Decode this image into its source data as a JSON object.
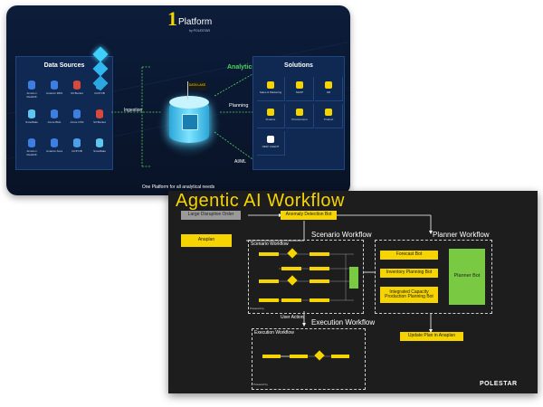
{
  "platform": {
    "logo_number": "1",
    "logo_word": "Platform",
    "logo_tagline": "by POLESTAR",
    "footer_text": "One Platform for all analytical needs",
    "data_sources": {
      "title": "Data Sources",
      "items": [
        {
          "label": "Amazon Redshift",
          "color": "#3d7fe0"
        },
        {
          "label": "Amazon RDS",
          "color": "#3d7fe0"
        },
        {
          "label": "S3 Bucket",
          "color": "#d9493a"
        },
        {
          "label": "GCP DB",
          "color": "#4aa0e8"
        },
        {
          "label": "Snowflake",
          "color": "#5cc6f0"
        },
        {
          "label": "Azure Blob",
          "color": "#3d7fe0"
        },
        {
          "label": "Azure CSS",
          "color": "#3d7fe0"
        },
        {
          "label": "S3 Bucket",
          "color": "#d9493a"
        },
        {
          "label": "Amazon Redshift",
          "color": "#3d7fe0"
        },
        {
          "label": "Amazon Aura",
          "color": "#3d7fe0"
        },
        {
          "label": "GCP DB",
          "color": "#4aa0e8"
        },
        {
          "label": "Snowflake",
          "color": "#5cc6f0"
        }
      ]
    },
    "ingestion_label": "Ingestion",
    "flag_label": "DATA LAKE",
    "analytics_label": "Analytics",
    "planning_label": "Planning",
    "aiml_label": "AI/ML",
    "solutions": {
      "title": "Solutions",
      "items": [
        {
          "label": "Sales & Marketing"
        },
        {
          "label": "S&OP"
        },
        {
          "label": "HR"
        },
        {
          "label": "Finance"
        },
        {
          "label": "Procurement"
        },
        {
          "label": "Product"
        },
        {
          "label": "NEW: AGENT",
          "badge": "NEW"
        }
      ]
    }
  },
  "agentic": {
    "title": "Agentic AI Workflow",
    "brand": "POLESTAR",
    "gray_box": "Large Disruptive Order",
    "anomaly_bot": "Anomaly Detection Bot",
    "anaplan_box": "Anaplan",
    "scenario_label": "Scenario Workflow",
    "scenario_inner_label": "Scenario Workflow",
    "planner_label": "Planner Workflow",
    "forecast_bot": "Forecast Bot",
    "inventory_bot": "Inventory Planning Bot",
    "production_bot": "Integrated Capacity Production Planning Bot",
    "planner_bot": "Planner Bot",
    "user_action": "User Action",
    "execution_label": "Execution Workflow",
    "execution_inner_label": "Execution Workflow",
    "update_plan": "Update Plan in Anaplan",
    "powered_by": "Powered by"
  },
  "colors": {
    "accent_yellow": "#f5d400",
    "green_node": "#7ac943",
    "analytics_green": "#4fd35a",
    "navy_bg": "#0c1d3a",
    "dark_bg": "#1d1d1d"
  }
}
